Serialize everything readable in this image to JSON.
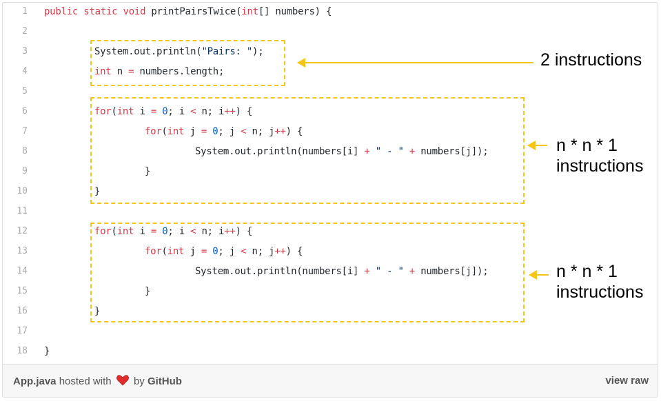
{
  "code": {
    "lines": [
      {
        "n": "1",
        "indent": 0,
        "tokens": [
          [
            "kw",
            "public"
          ],
          [
            "t",
            " "
          ],
          [
            "kw",
            "static"
          ],
          [
            "t",
            " "
          ],
          [
            "kw",
            "void"
          ],
          [
            "t",
            " printPairsTwice("
          ],
          [
            "kw",
            "int"
          ],
          [
            "t",
            "[] numbers) {"
          ]
        ]
      },
      {
        "n": "2",
        "indent": 0,
        "tokens": []
      },
      {
        "n": "3",
        "indent": 1,
        "tokens": [
          [
            "t",
            "System."
          ],
          [
            "t",
            "out"
          ],
          [
            "t",
            "."
          ],
          [
            "t",
            "println("
          ],
          [
            "str",
            "\"Pairs: \""
          ],
          [
            "t",
            ");"
          ]
        ]
      },
      {
        "n": "4",
        "indent": 1,
        "tokens": [
          [
            "kw",
            "int"
          ],
          [
            "t",
            " n "
          ],
          [
            "kw",
            "="
          ],
          [
            "t",
            " numbers.length;"
          ]
        ]
      },
      {
        "n": "5",
        "indent": 0,
        "tokens": []
      },
      {
        "n": "6",
        "indent": 1,
        "tokens": [
          [
            "kw",
            "for"
          ],
          [
            "t",
            "("
          ],
          [
            "kw",
            "int"
          ],
          [
            "t",
            " i "
          ],
          [
            "kw",
            "="
          ],
          [
            "t",
            " "
          ],
          [
            "num",
            "0"
          ],
          [
            "t",
            "; i "
          ],
          [
            "kw",
            "<"
          ],
          [
            "t",
            " n; i"
          ],
          [
            "kw",
            "++"
          ],
          [
            "t",
            ") {"
          ]
        ]
      },
      {
        "n": "7",
        "indent": 2,
        "tokens": [
          [
            "kw",
            "for"
          ],
          [
            "t",
            "("
          ],
          [
            "kw",
            "int"
          ],
          [
            "t",
            " j "
          ],
          [
            "kw",
            "="
          ],
          [
            "t",
            " "
          ],
          [
            "num",
            "0"
          ],
          [
            "t",
            "; j "
          ],
          [
            "kw",
            "<"
          ],
          [
            "t",
            " n; j"
          ],
          [
            "kw",
            "++"
          ],
          [
            "t",
            ") {"
          ]
        ]
      },
      {
        "n": "8",
        "indent": 3,
        "tokens": [
          [
            "t",
            "System."
          ],
          [
            "t",
            "out"
          ],
          [
            "t",
            "."
          ],
          [
            "t",
            "println(numbers[i] "
          ],
          [
            "kw",
            "+"
          ],
          [
            "t",
            " "
          ],
          [
            "str",
            "\" - \""
          ],
          [
            "t",
            " "
          ],
          [
            "kw",
            "+"
          ],
          [
            "t",
            " numbers[j]);"
          ]
        ]
      },
      {
        "n": "9",
        "indent": 2,
        "tokens": [
          [
            "t",
            "}"
          ]
        ]
      },
      {
        "n": "10",
        "indent": 1,
        "tokens": [
          [
            "t",
            "}"
          ]
        ]
      },
      {
        "n": "11",
        "indent": 0,
        "tokens": []
      },
      {
        "n": "12",
        "indent": 1,
        "tokens": [
          [
            "kw",
            "for"
          ],
          [
            "t",
            "("
          ],
          [
            "kw",
            "int"
          ],
          [
            "t",
            " i "
          ],
          [
            "kw",
            "="
          ],
          [
            "t",
            " "
          ],
          [
            "num",
            "0"
          ],
          [
            "t",
            "; i "
          ],
          [
            "kw",
            "<"
          ],
          [
            "t",
            " n; i"
          ],
          [
            "kw",
            "++"
          ],
          [
            "t",
            ") {"
          ]
        ]
      },
      {
        "n": "13",
        "indent": 2,
        "tokens": [
          [
            "kw",
            "for"
          ],
          [
            "t",
            "("
          ],
          [
            "kw",
            "int"
          ],
          [
            "t",
            " j "
          ],
          [
            "kw",
            "="
          ],
          [
            "t",
            " "
          ],
          [
            "num",
            "0"
          ],
          [
            "t",
            "; j "
          ],
          [
            "kw",
            "<"
          ],
          [
            "t",
            " n; j"
          ],
          [
            "kw",
            "++"
          ],
          [
            "t",
            ") {"
          ]
        ]
      },
      {
        "n": "14",
        "indent": 3,
        "tokens": [
          [
            "t",
            "System."
          ],
          [
            "t",
            "out"
          ],
          [
            "t",
            "."
          ],
          [
            "t",
            "println(numbers[i] "
          ],
          [
            "kw",
            "+"
          ],
          [
            "t",
            " "
          ],
          [
            "str",
            "\" - \""
          ],
          [
            "t",
            " "
          ],
          [
            "kw",
            "+"
          ],
          [
            "t",
            " numbers[j]);"
          ]
        ]
      },
      {
        "n": "15",
        "indent": 2,
        "tokens": [
          [
            "t",
            "}"
          ]
        ]
      },
      {
        "n": "16",
        "indent": 1,
        "tokens": [
          [
            "t",
            "}"
          ]
        ]
      },
      {
        "n": "17",
        "indent": 0,
        "tokens": []
      },
      {
        "n": "18",
        "indent": 0,
        "tokens": [
          [
            "t",
            "}"
          ]
        ]
      }
    ]
  },
  "annotations": {
    "first": "2 instructions",
    "second_line1": "n * n * 1",
    "second_line2": "instructions",
    "third_line1": "n * n * 1",
    "third_line2": "instructions"
  },
  "footer": {
    "filename": "App.java",
    "hosted_text": "hosted with",
    "heart_icon": "heart-icon",
    "by_text": "by",
    "github": "GitHub",
    "view_raw": "view raw"
  },
  "colors": {
    "annotation": "#f5c518",
    "keyword": "#d73a49",
    "number": "#005cc5",
    "string": "#032f62"
  }
}
